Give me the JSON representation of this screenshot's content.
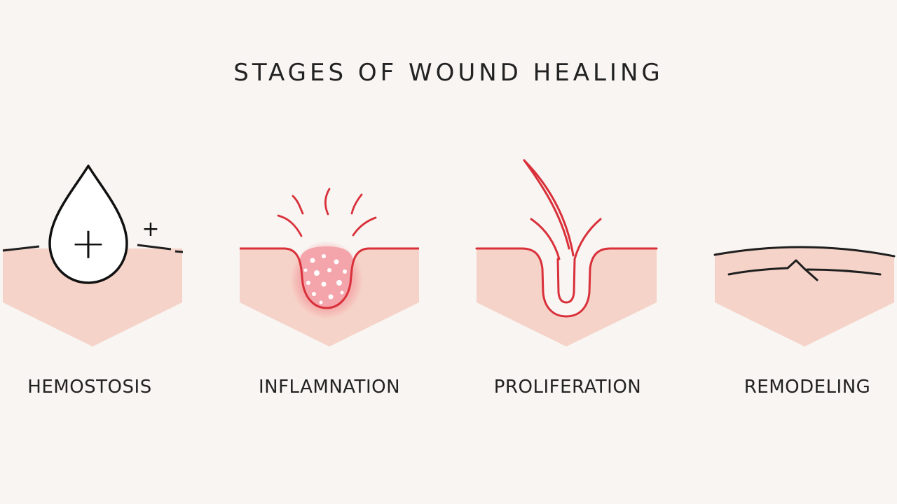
{
  "title": "STAGES OF WOUND HEALING",
  "colors": {
    "background": "#f8f5f2",
    "skin": "#f6d3c8",
    "outline": "#1f1f1f",
    "accent_red": "#d9303a",
    "inflamed_fill": "#f4a9ae"
  },
  "stages": [
    {
      "label": "HEMOSTOSIS",
      "icon": "blood-drop-plus-icon",
      "symbol_main": "+",
      "symbol_small": "+"
    },
    {
      "label": "INFLAMNATION",
      "icon": "inflamed-wound-icon"
    },
    {
      "label": "PROLIFERATION",
      "icon": "new-tissue-growth-icon"
    },
    {
      "label": "REMODELING",
      "icon": "scar-line-icon"
    }
  ]
}
